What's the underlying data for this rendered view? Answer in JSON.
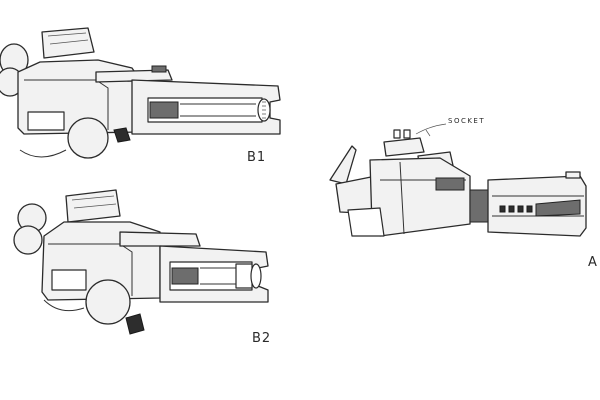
{
  "labels": {
    "b1": "B1",
    "b2": "B2",
    "a": "A",
    "socket": "SOCKET"
  }
}
